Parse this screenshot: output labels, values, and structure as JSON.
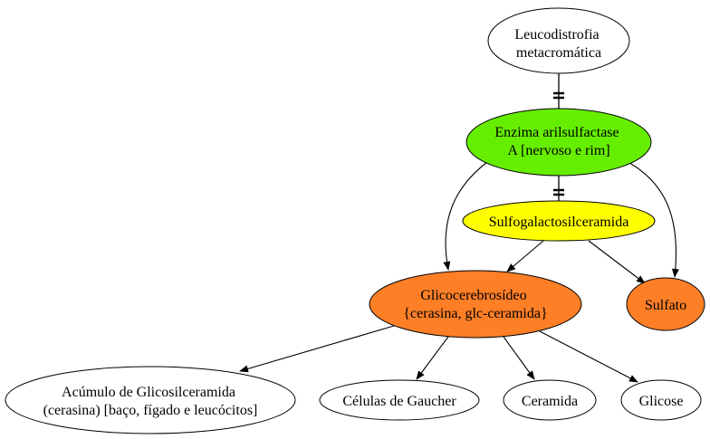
{
  "nodes": {
    "leucodistrofia": {
      "lines": [
        "Leucodistrofia",
        "metacromática"
      ],
      "fill": "#ffffff"
    },
    "enzima": {
      "lines": [
        "Enzima arilsulfactase",
        "A [nervoso e rim]"
      ],
      "fill": "#66ee00"
    },
    "sulfogalacto": {
      "lines": [
        "Sulfogalactosilceramida"
      ],
      "fill": "#ffff00"
    },
    "glicocerebrosideo": {
      "lines": [
        "Glicocerebrosídeo",
        "{cerasina, glc-ceramida}"
      ],
      "fill": "#ff7f27"
    },
    "sulfato": {
      "lines": [
        "Sulfato"
      ],
      "fill": "#ff7f27"
    },
    "acumulo": {
      "lines": [
        "Acúmulo de Glicosilceramida",
        "(cerasina) [baço, fígado e leucócitos]"
      ],
      "fill": "#ffffff"
    },
    "gaucher": {
      "lines": [
        "Células de Gaucher"
      ],
      "fill": "#ffffff"
    },
    "ceramida": {
      "lines": [
        "Ceramida"
      ],
      "fill": "#ffffff"
    },
    "glicose": {
      "lines": [
        "Glicose"
      ],
      "fill": "#ffffff"
    }
  },
  "edges": [
    {
      "from": "leucodistrofia",
      "to": "enzima",
      "style": "tee"
    },
    {
      "from": "enzima",
      "to": "sulfogalacto",
      "style": "tee"
    },
    {
      "from": "enzima",
      "to": "glicocerebrosideo",
      "style": "arrow"
    },
    {
      "from": "enzima",
      "to": "sulfato",
      "style": "arrow"
    },
    {
      "from": "sulfogalacto",
      "to": "glicocerebrosideo",
      "style": "arrow"
    },
    {
      "from": "sulfogalacto",
      "to": "sulfato",
      "style": "arrow"
    },
    {
      "from": "glicocerebrosideo",
      "to": "acumulo",
      "style": "arrow"
    },
    {
      "from": "glicocerebrosideo",
      "to": "gaucher",
      "style": "arrow"
    },
    {
      "from": "glicocerebrosideo",
      "to": "ceramida",
      "style": "arrow"
    },
    {
      "from": "glicocerebrosideo",
      "to": "glicose",
      "style": "arrow"
    }
  ]
}
